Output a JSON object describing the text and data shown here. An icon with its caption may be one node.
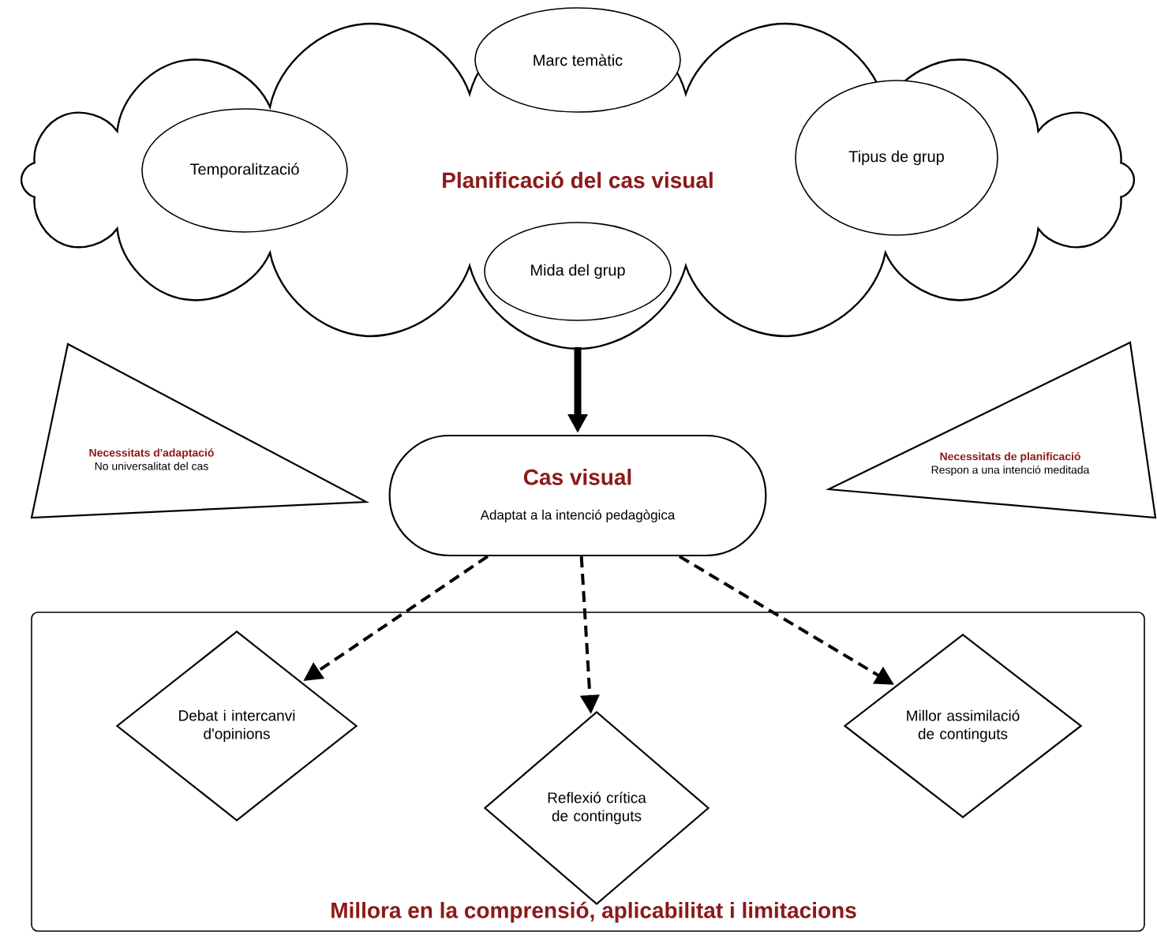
{
  "diagram": {
    "nodes": [
      {
        "text": [
          "Planificació del cas visual"
        ]
      },
      {
        "text": [
          "Marc temàtic"
        ],
        "in": 0
      },
      {
        "text": [
          "Temporalització"
        ],
        "in": 0
      },
      {
        "text": [
          "Tipus de grup"
        ],
        "in": 0
      },
      {
        "text": [
          "Mida del grup"
        ],
        "in": 0
      },
      {
        "text": [
          "Necessitats d'adaptació",
          "No universalitat del cas"
        ]
      },
      {
        "text": [
          "Cas visual",
          "Adaptat a la intenció pedagògica"
        ]
      },
      {
        "text": [
          "Necessitats de planificació",
          "Respon a una intenció meditada"
        ]
      },
      {
        "text": [
          "Millora en la comprensió, aplicabilitat i limitacions"
        ]
      },
      {
        "text": [
          "Debat i intercanvi d'opinions"
        ],
        "in": 8
      },
      {
        "text": [
          "Reflexió crítica de continguts"
        ],
        "in": 8
      },
      {
        "text": [
          "Millor assimilació de continguts"
        ],
        "in": 8
      }
    ],
    "edges": [
      {
        "from": 0,
        "to": 6,
        "arrow": "to",
        "style": "thick"
      },
      {
        "from": 6,
        "to": 9,
        "arrow": "to",
        "style": "dashed"
      },
      {
        "from": 6,
        "to": 10,
        "arrow": "to",
        "style": "dashed"
      },
      {
        "from": 6,
        "to": 11,
        "arrow": "to",
        "style": "dashed"
      }
    ]
  }
}
